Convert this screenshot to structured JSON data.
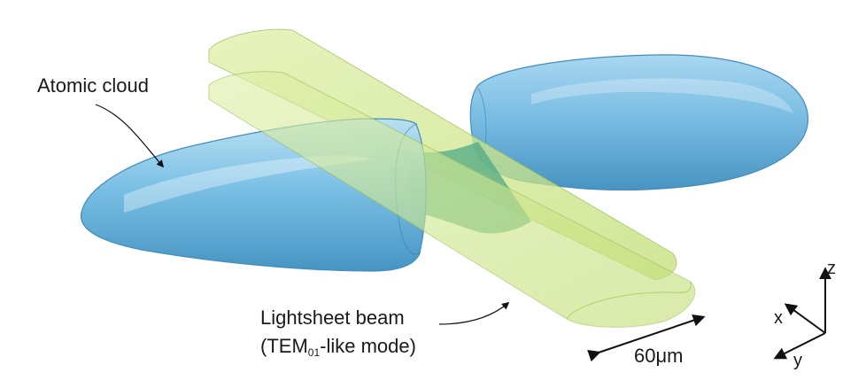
{
  "labels": {
    "atomic_cloud": "Atomic cloud",
    "beam_line1": "Lightsheet beam",
    "beam_pre": "(TEM",
    "beam_sub": "01",
    "beam_post": "-like mode)",
    "scale": "60μm"
  },
  "axes": {
    "z": "z",
    "x": "x",
    "y": "y"
  },
  "colors": {
    "cloud": "#7cc3e6",
    "cloud_edge": "#3f8fbf",
    "sheet": "#cfe88a",
    "sheet_edge": "#a9c85a",
    "waist": "#3f9f7a"
  }
}
